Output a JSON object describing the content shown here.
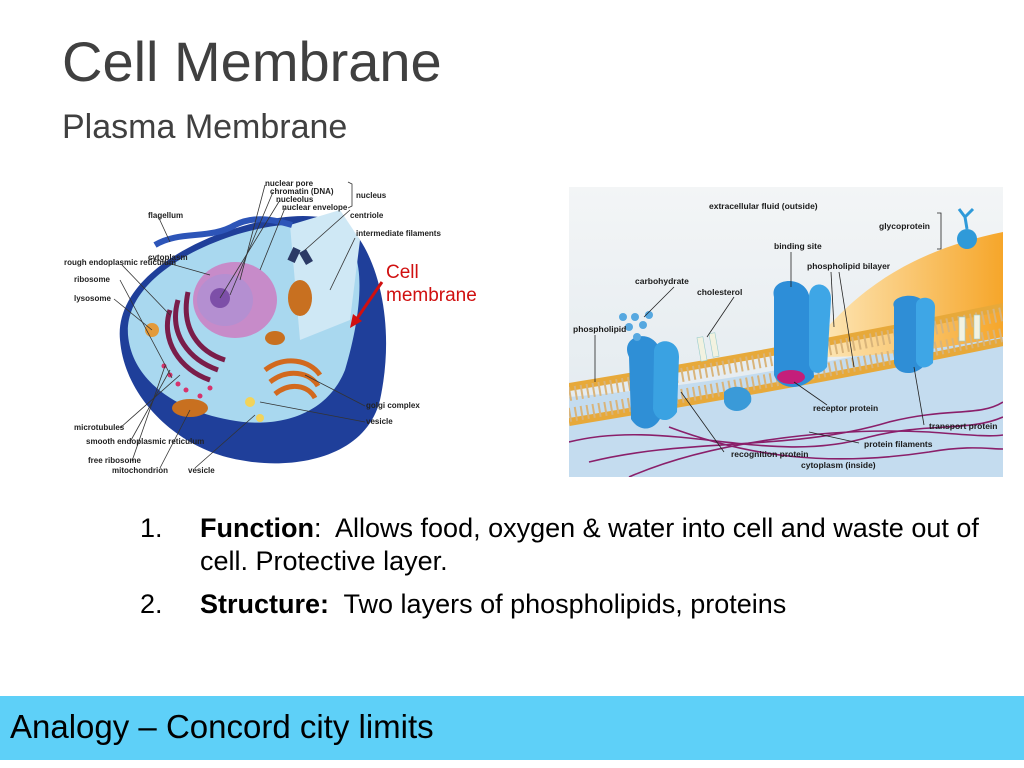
{
  "slide": {
    "title": "Cell Membrane",
    "subtitle": "Plasma Membrane"
  },
  "cell_diagram": {
    "labels": [
      "nuclear pore",
      "chromatin (DNA)",
      "nucleolus",
      "nuclear envelope",
      "nucleus",
      "centriole",
      "intermediate filaments",
      "flagellum",
      "cytoplasm",
      "rough endoplasmic reticulum",
      "ribosome",
      "lysosome",
      "microtubules",
      "smooth endoplasmic reticulum",
      "free ribosome",
      "mitochondrion",
      "vesicle",
      "golgi complex",
      "vesicle"
    ],
    "callout_line1": "Cell",
    "callout_line2": "membrane"
  },
  "membrane_diagram": {
    "labels": [
      "extracellular fluid (outside)",
      "glycoprotein",
      "binding site",
      "phospholipid bilayer",
      "carbohydrate",
      "cholesterol",
      "phospholipid",
      "receptor protein",
      "transport protein",
      "protein filaments",
      "recognition protein",
      "cytoplasm (inside)"
    ]
  },
  "points": [
    {
      "num": "1.",
      "term": "Function",
      "sep": ":",
      "text": "  Allows food, oxygen & water into cell and waste out of cell. Protective layer."
    },
    {
      "num": "2.",
      "term": "Structure:",
      "sep": "",
      "text": "  Two layers of phospholipids, proteins"
    }
  ],
  "analogy": "Analogy – Concord city limits",
  "colors": {
    "title": "#404040",
    "callout": "#d01010",
    "bar": "#5ed0f8"
  }
}
